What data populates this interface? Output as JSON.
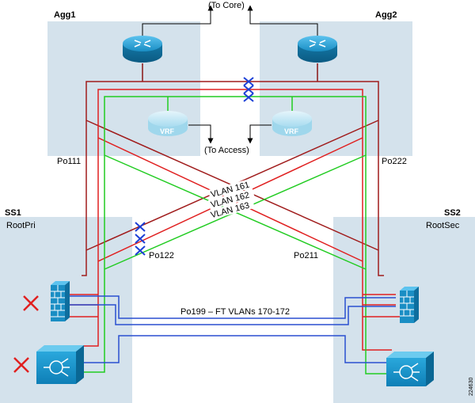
{
  "diagram": {
    "nodes": {
      "agg1": {
        "label": "Agg1"
      },
      "agg2": {
        "label": "Agg2"
      },
      "ss1": {
        "label": "SS1",
        "role": "RootPri"
      },
      "ss2": {
        "label": "SS2",
        "role": "RootSec"
      },
      "vrf_left": {
        "label": "VRF"
      },
      "vrf_right": {
        "label": "VRF"
      }
    },
    "labels": {
      "to_core": "(To Core)",
      "to_access": "(To Access)",
      "po111": "Po111",
      "po222": "Po222",
      "po122": "Po122",
      "po211": "Po211",
      "po199": "Po199 – FT VLANs 170-172",
      "vlan161": "VLAN 161",
      "vlan162": "VLAN 162",
      "vlan163": "VLAN 163",
      "figure_id": "224630"
    },
    "colors": {
      "zone_fill": "#d4e2ec",
      "vlan161": "#a01c1c",
      "vlan162": "#e02020",
      "vlan163": "#22cc22",
      "ft_link": "#2a4fd0",
      "blocked_x": "#1c3fd6",
      "failed_x": "#e02020",
      "router_blue": "#1a8ec4"
    },
    "icons": [
      "router-icon",
      "vrf-router-icon",
      "firewall-icon",
      "load-balancer-icon",
      "blocked-port-icon",
      "failed-node-icon",
      "arrow-icon"
    ]
  }
}
